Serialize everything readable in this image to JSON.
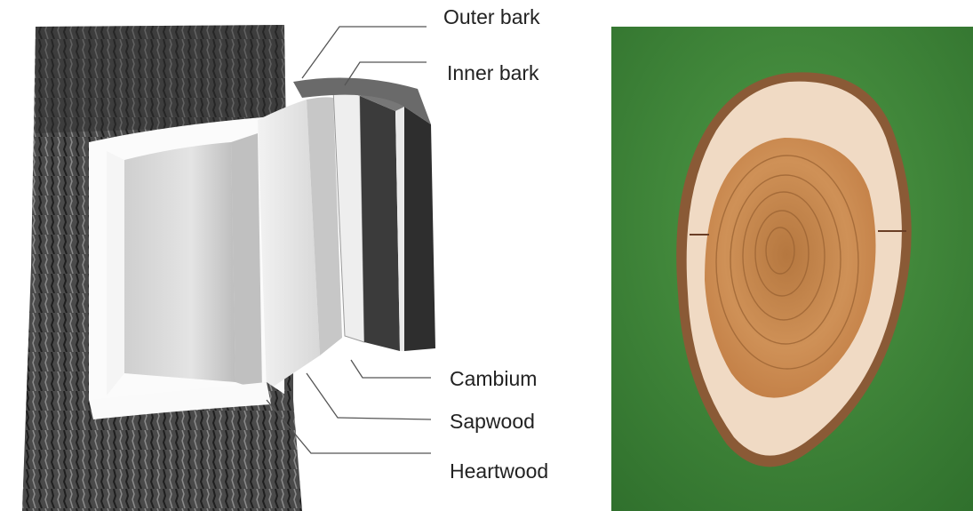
{
  "labels": {
    "outer_bark": "Outer bark",
    "inner_bark": "Inner bark",
    "cambium": "Cambium",
    "sapwood": "Sapwood",
    "heartwood": "Heartwood"
  },
  "colors": {
    "bark_dark": "#3a3a3a",
    "bark_mid": "#6b6b6b",
    "wood_light": "#e6e6e6",
    "photo_green": "#3f8a3a",
    "sapwood_cream": "#efd7c0",
    "heartwood_brown": "#c98a4f",
    "bark_rim": "#7a4d2e"
  }
}
